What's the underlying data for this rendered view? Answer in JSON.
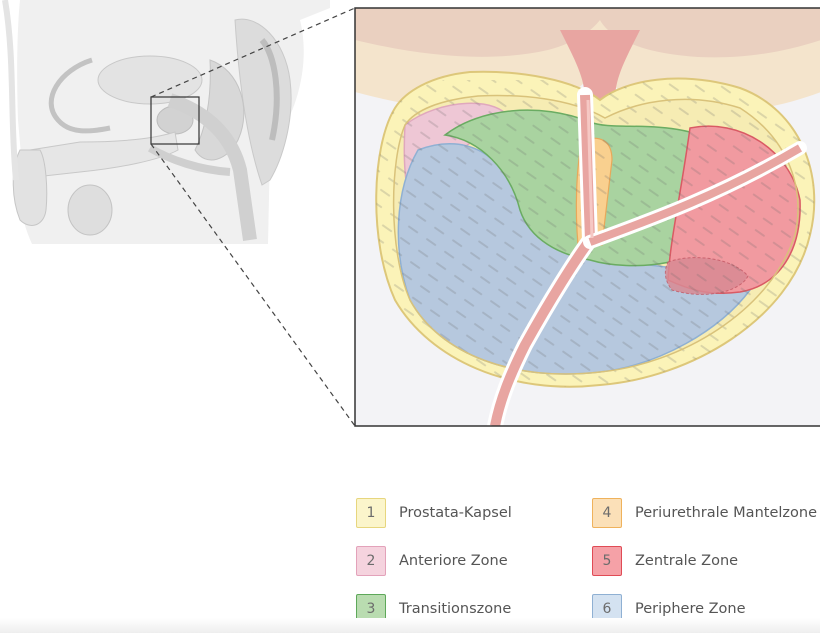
{
  "diagram": {
    "overview_figure": "male pelvis sagittal section",
    "detail_figure": "prostate zones cross-section"
  },
  "colors": {
    "capsule": "#fbf3b8",
    "capsule_border": "#ecd58a",
    "anterior": "#eec7d5",
    "transition": "#a9d3a0",
    "periurethral": "#f9d08f",
    "central": "#f19aa0",
    "peripheral": "#b6c8de",
    "urethra": "#e8a5a1"
  },
  "legend": {
    "items": [
      {
        "number": "1",
        "label": "Prostata-Kapsel",
        "color": "#fbf5cb",
        "border": "#e7d67e"
      },
      {
        "number": "4",
        "label": "Periurethrale Mantelzone",
        "color": "#fbe0b8",
        "border": "#efb25c"
      },
      {
        "number": "2",
        "label": "Anteriore Zone",
        "color": "#f5d3de",
        "border": "#e3a2ba"
      },
      {
        "number": "5",
        "label": "Zentrale Zone",
        "color": "#f5a1a7",
        "border": "#e04b55"
      },
      {
        "number": "3",
        "label": "Transitionszone",
        "color": "#b9dcb0",
        "border": "#5ea85a"
      },
      {
        "number": "6",
        "label": "Periphere Zone",
        "color": "#d4e2f1",
        "border": "#8fb0d3"
      }
    ]
  }
}
